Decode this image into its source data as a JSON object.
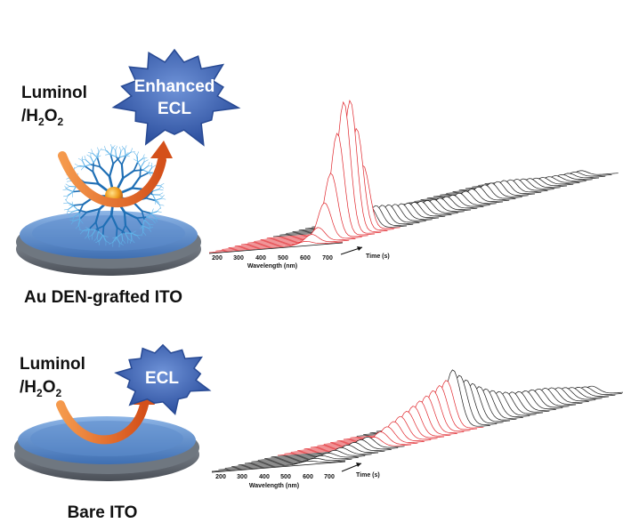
{
  "top": {
    "reagent_line1": "Luminol",
    "reagent_line2_prefix": "/H",
    "reagent_sub1": "2",
    "reagent_mid": "O",
    "reagent_sub2": "2",
    "burst_line1": "Enhanced",
    "burst_line2": "ECL",
    "caption": "Au DEN-grafted ITO",
    "plot": {
      "ticks": [
        "200",
        "300",
        "400",
        "500",
        "600",
        "700"
      ],
      "xlabel": "Wavelength (nm)",
      "tlabel": "Time (s)"
    }
  },
  "bottom": {
    "reagent_line1": "Luminol",
    "reagent_line2_prefix": "/H",
    "reagent_sub1": "2",
    "reagent_mid": "O",
    "reagent_sub2": "2",
    "burst_line1": "ECL",
    "caption": "Bare ITO",
    "plot": {
      "ticks": [
        "200",
        "300",
        "400",
        "500",
        "600",
        "700"
      ],
      "xlabel": "Wavelength (nm)",
      "tlabel": "Time (s)"
    }
  },
  "colors": {
    "burst": "#3d63b8",
    "arrow": "#e8661f",
    "trace_red": "#e0252b",
    "trace_black": "#1a1a1a",
    "electrode": "#4a7fc0"
  }
}
